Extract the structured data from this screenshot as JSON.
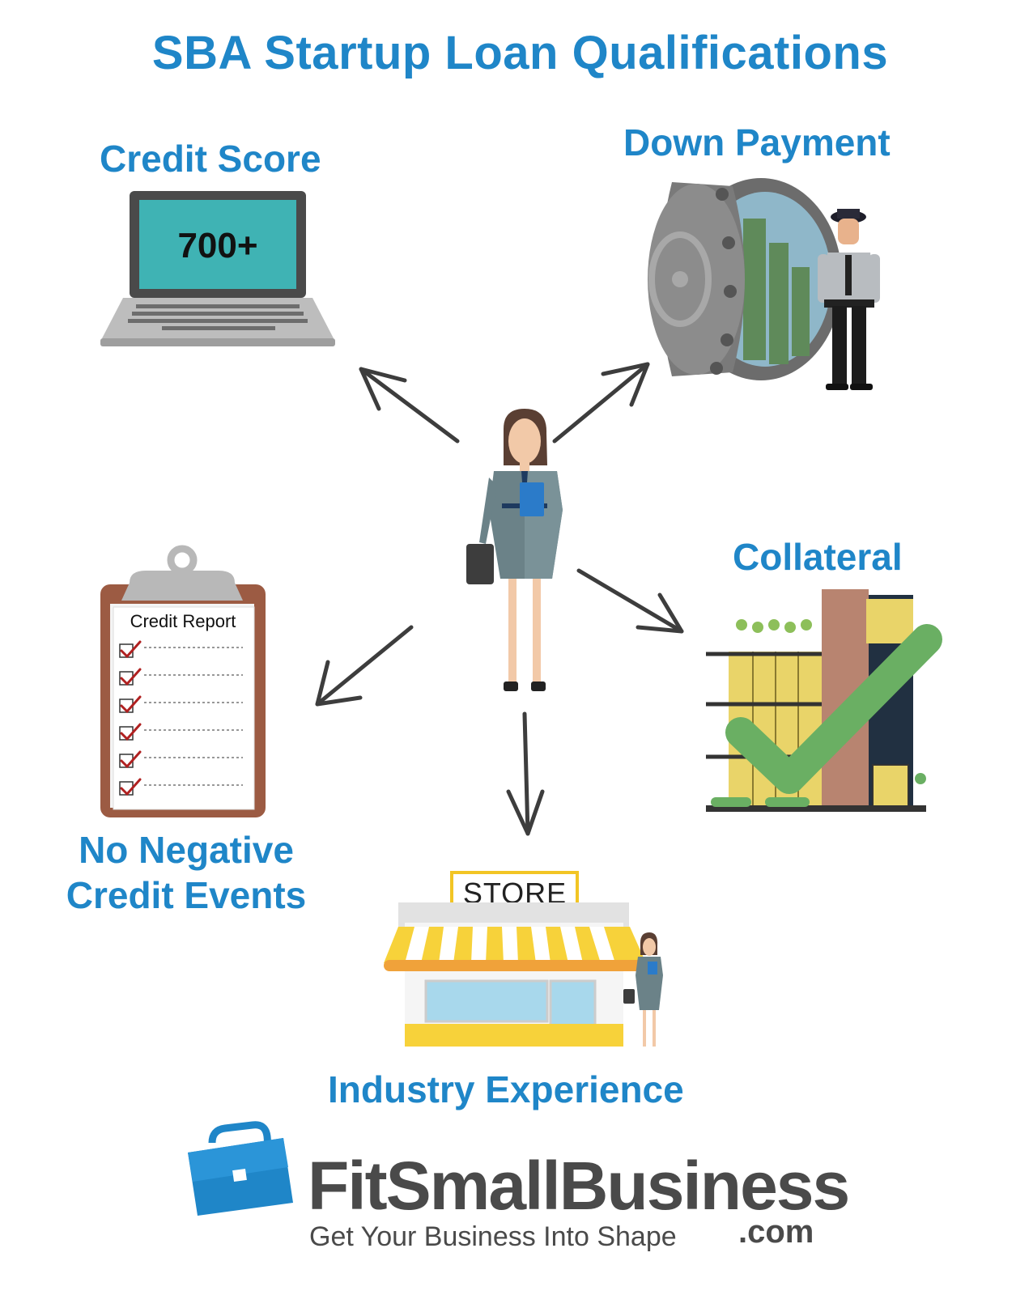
{
  "title": "SBA Startup Loan Qualifications",
  "items": {
    "credit_score": {
      "label": "Credit Score",
      "value": "700+"
    },
    "down_payment": {
      "label": "Down Payment"
    },
    "collateral": {
      "label": "Collateral"
    },
    "negative_credit": {
      "label_line1": "No Negative",
      "label_line2": "Credit Events",
      "clipboard_title": "Credit Report"
    },
    "industry_experience": {
      "label": "Industry Experience",
      "sign": "STORE"
    }
  },
  "logo": {
    "name": "FitSmallBusiness",
    "tagline": "Get Your Business Into Shape",
    "domain": ".com"
  },
  "colors": {
    "accent": "#1f86c8",
    "logo_text": "#4a4a4a",
    "check": "#6aaf63",
    "screen": "#3fb3b4"
  }
}
